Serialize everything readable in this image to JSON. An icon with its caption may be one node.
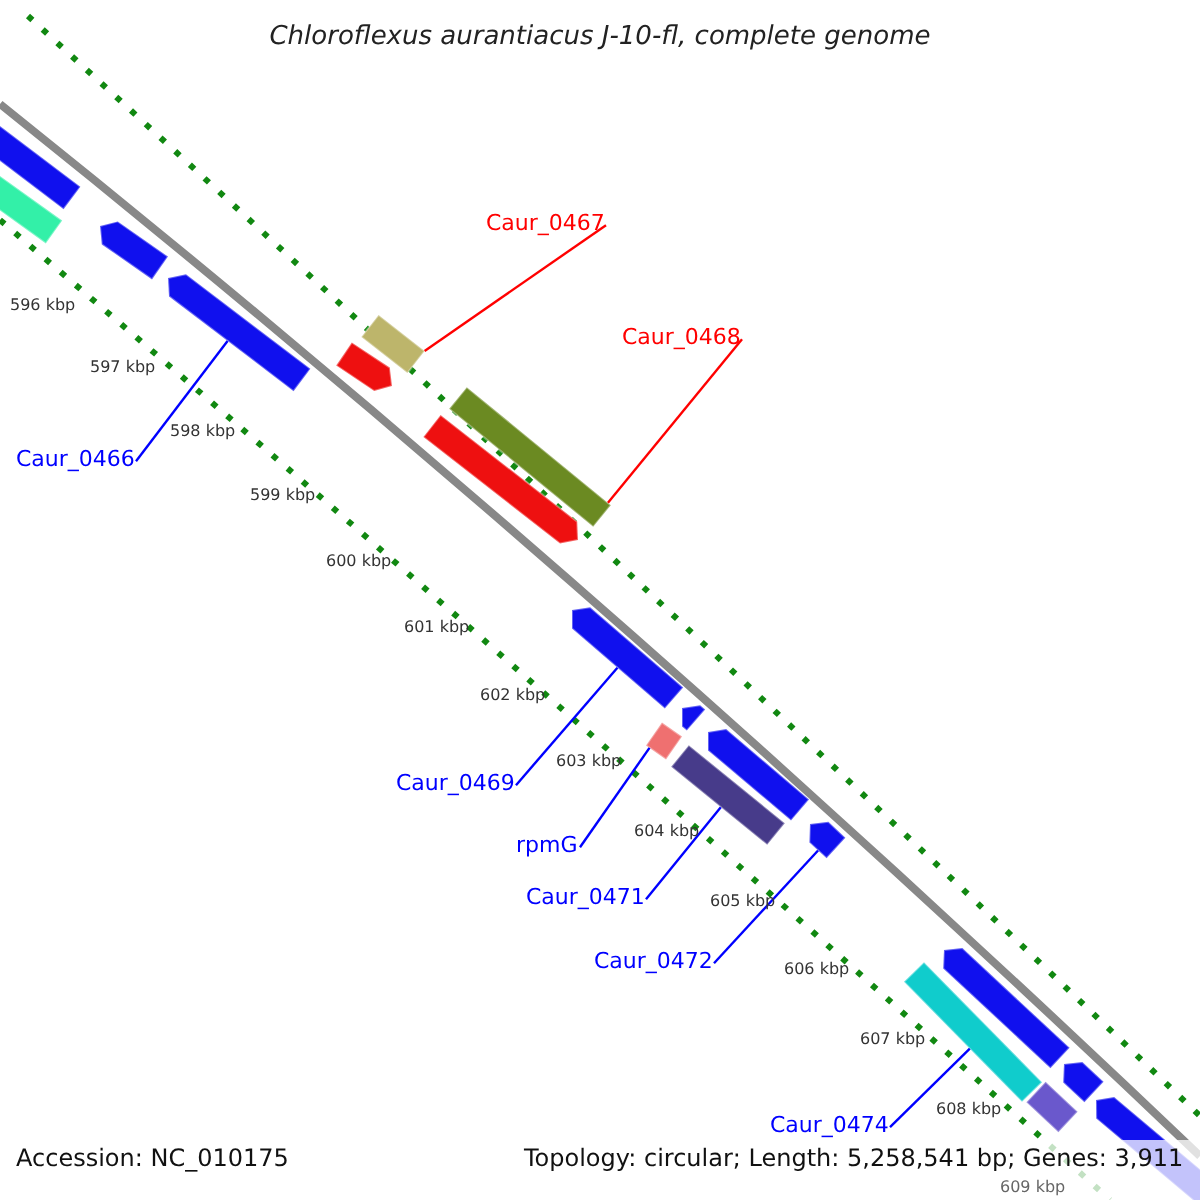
{
  "diagram": {
    "title": "Chloroflexus aurantiacus J-10-fl, complete genome",
    "nodes": [
      {
        "text": [
          "Caur_0467"
        ]
      },
      {
        "text": [
          "Caur_0468"
        ]
      },
      {
        "text": [
          "Caur_0466"
        ]
      },
      {
        "text": [
          "Caur_0469"
        ]
      },
      {
        "text": [
          "rpmG"
        ]
      },
      {
        "text": [
          "Caur_0471"
        ]
      },
      {
        "text": [
          "Caur_0472"
        ]
      },
      {
        "text": [
          "Caur_0474"
        ]
      },
      {
        "text": [],
        "shape": "bar"
      },
      {
        "text": [],
        "shape": "bar"
      },
      {
        "text": [],
        "shape": "bar"
      },
      {
        "text": [],
        "shape": "bar"
      },
      {
        "text": [],
        "shape": "bar"
      },
      {
        "text": [],
        "shape": "bar"
      },
      {
        "text": [],
        "shape": "bar"
      },
      {
        "text": [],
        "shape": "bar"
      },
      {
        "text": [],
        "shape": "bar"
      },
      {
        "text": [],
        "shape": "bar"
      },
      {
        "text": [],
        "shape": "bar"
      },
      {
        "text": [],
        "shape": "bar"
      },
      {
        "text": [],
        "shape": "bar"
      },
      {
        "text": [],
        "shape": "bar"
      },
      {
        "text": [],
        "shape": "bar"
      },
      {
        "text": [],
        "shape": "bar"
      },
      {
        "text": [],
        "shape": "bar"
      },
      {
        "text": [],
        "shape": "bar"
      },
      {
        "text": [],
        "shape": "bar"
      }
    ],
    "edges": [
      {
        "from": 0,
        "to": 12,
        "arrow": "none",
        "color": "#ff0000"
      },
      {
        "from": 1,
        "to": 14,
        "arrow": "none",
        "color": "#ff0000"
      },
      {
        "from": 2,
        "to": 11,
        "arrow": "none"
      },
      {
        "from": 3,
        "to": 16,
        "arrow": "none"
      },
      {
        "from": 4,
        "to": 18,
        "arrow": "none"
      },
      {
        "from": 5,
        "to": 19,
        "arrow": "none"
      },
      {
        "from": 6,
        "to": 21,
        "arrow": "none"
      },
      {
        "from": 7,
        "to": 22,
        "arrow": "none"
      }
    ],
    "labels": [
      "596 kbp",
      "597 kbp",
      "598 kbp",
      "599 kbp",
      "600 kbp",
      "601 kbp",
      "602 kbp",
      "603 kbp",
      "604 kbp",
      "605 kbp",
      "606 kbp",
      "607 kbp",
      "608 kbp",
      "609 kbp",
      "Accession: NC_010175",
      "Topology: circular; Length: 5,258,541 bp; Genes: 3,911"
    ]
  }
}
